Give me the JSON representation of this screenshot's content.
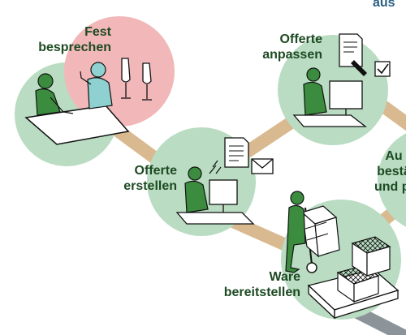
{
  "steps": {
    "top_right": "aus",
    "fest": "Fest\nbesprechen",
    "offerte_anpassen": "Offerte\nanpassen",
    "offerte_erstellen": "Offerte\nerstellen",
    "auftrag": "Au\nbestä\nund pl",
    "ware": "Ware\nbereitstellen"
  },
  "icons": {
    "checkbox": "checkbox-icon",
    "envelope": "envelope-icon",
    "document": "document-icon",
    "pen": "pen-icon",
    "champagne": "champagne-glasses-icon",
    "pallet": "pallet-icon",
    "hand_truck": "hand-truck-icon"
  },
  "colors": {
    "circle_green": "#b9dcc2",
    "circle_pink": "#f2b8b9",
    "path_tan": "#d9b98f",
    "path_gray": "#8d9499",
    "figure_green": "#3c8c3f",
    "figure_teal": "#8fd0d1",
    "label_green": "#1d4a22",
    "label_blue": "#2a5f82",
    "line_dark": "#111111"
  }
}
